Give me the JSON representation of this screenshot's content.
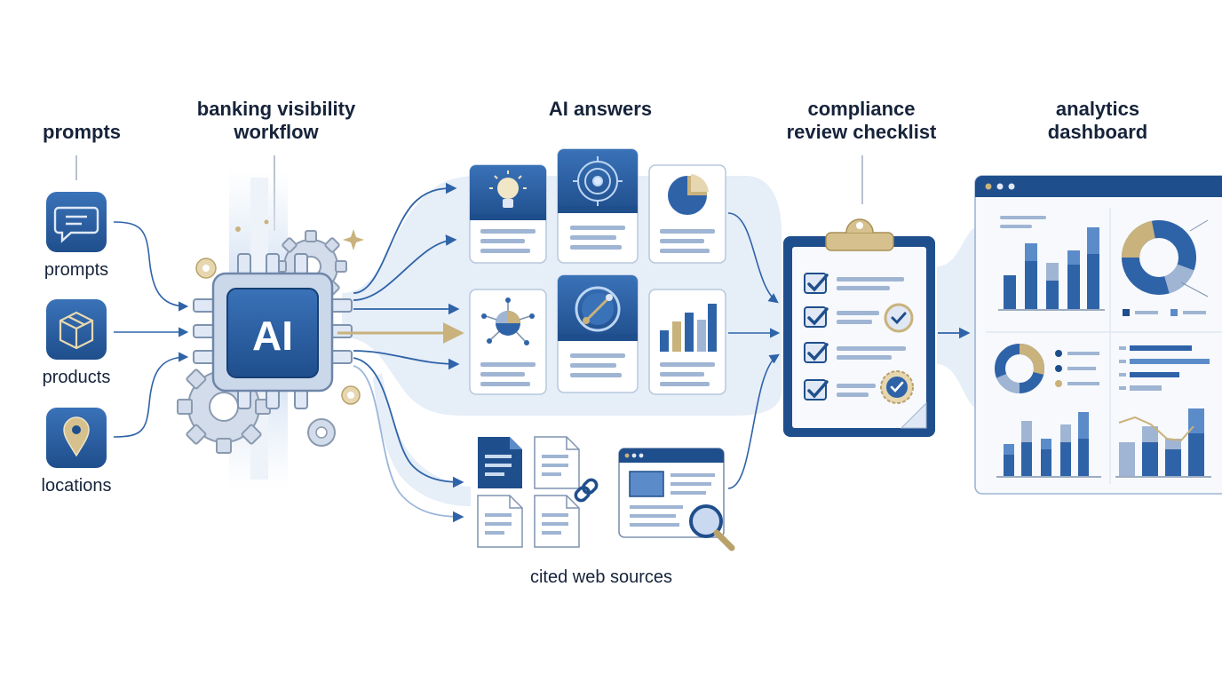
{
  "headings": {
    "prompts": "prompts",
    "workflow_line1": "banking visibility",
    "workflow_line2": "workflow",
    "answers": "AI answers",
    "compliance_line1": "compliance",
    "compliance_line2": "review checklist",
    "analytics_line1": "analytics",
    "analytics_line2": "dashboard"
  },
  "inputs": [
    {
      "label": "prompts",
      "icon": "chat-bubble-icon"
    },
    {
      "label": "products",
      "icon": "box-icon"
    },
    {
      "label": "locations",
      "icon": "location-pin-icon"
    }
  ],
  "chip_label": "AI",
  "sources_label": "cited web sources",
  "colors": {
    "navy": "#1f4e8c",
    "blue": "#2f63a8",
    "mid_blue": "#5b8cc9",
    "light_blue": "#c9daf0",
    "pale_blue": "#e6eef8",
    "gold": "#c9b27c",
    "gray": "#8a98ab"
  }
}
